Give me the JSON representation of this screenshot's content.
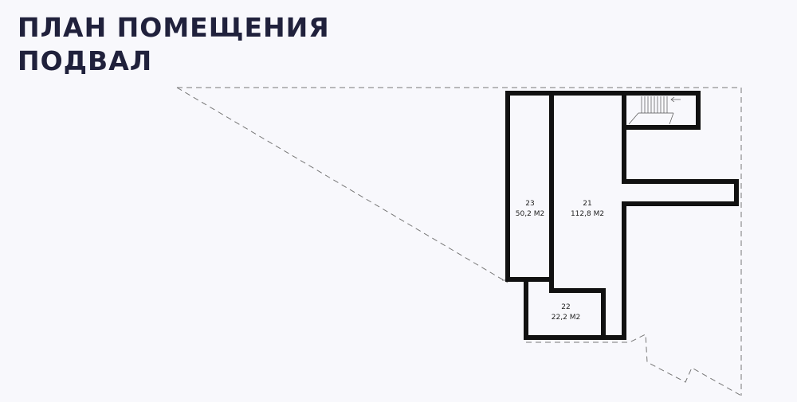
{
  "title": {
    "line1": "ПЛАН ПОМЕЩЕНИЯ",
    "line2": "ПОДВАЛ"
  },
  "rooms": [
    {
      "number": "23",
      "area": "50,2 М2"
    },
    {
      "number": "21",
      "area": "112,8 М2"
    },
    {
      "number": "22",
      "area": "22,2 М2"
    }
  ],
  "colors": {
    "background": "#f8f8fc",
    "title": "#20213c",
    "walls": "#111111",
    "boundary": "#777777"
  }
}
